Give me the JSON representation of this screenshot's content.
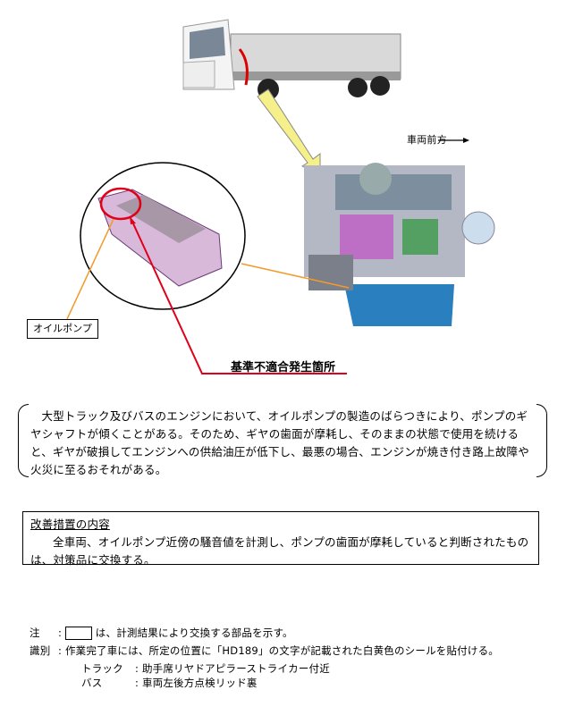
{
  "labels": {
    "front": "車両前方",
    "oil_pump": "オイルポンプ",
    "defect_location": "基準不適合発生箇所"
  },
  "description": "大型トラック及びバスのエンジンにおいて、オイルポンプの製造のばらつきにより、ポンプのギヤシャフトが傾くことがある。そのため、ギヤの歯面が摩耗し、そのままの状態で使用を続けると、ギヤが破損してエンジンへの供給油圧が低下し、最悪の場合、エンジンが焼き付き路上故障や火災に至るおそれがある。",
  "fix": {
    "title": "改善措置の内容",
    "body": "全車両、オイルポンプ近傍の騒音値を計測し、ポンプの歯面が摩耗していると判断されたものは、対策品に交換する。"
  },
  "notes": {
    "note_label": "注",
    "note_text": "は、計測結果により交換する部品を示す。",
    "id_label": "識別",
    "id_text": "作業完了車には、所定の位置に「HD189」の文字が記載された白黄色のシールを貼付ける。",
    "truck_label": "トラック",
    "truck_text": "助手席リヤドアピラーストライカー付近",
    "bus_label": "バス",
    "bus_text": "車両左後方点検リッド裏"
  },
  "colors": {
    "red": "#e0001a",
    "orange": "#f39a2c",
    "yellow": "#f6f08a"
  }
}
